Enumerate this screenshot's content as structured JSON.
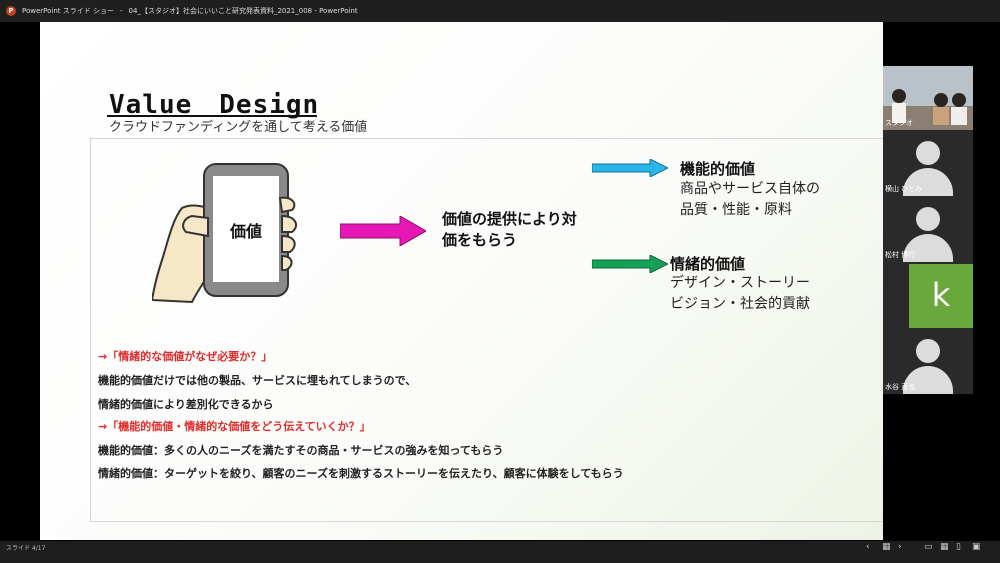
{
  "window": {
    "app_name": "PowerPoint スライド ショー",
    "doc_title": "04_【スタジオ】社会にいいこと研究発表資料_2021_008 - PowerPoint"
  },
  "slide": {
    "title": "Value　Design",
    "subtitle": "クラウドファンディングを通して考える価値",
    "phone_label": "価値",
    "center_text": "価値の提供により対価をもらう",
    "functional": {
      "heading": "機能的価値",
      "line1": "商品やサービス自体の",
      "line2": "品質・性能・原料"
    },
    "emotional": {
      "heading": "情緒的価値",
      "line1": "デザイン・ストーリー",
      "line2": "ビジョン・社会的貢献"
    },
    "bullets": [
      "→「情緒的な価値がなぜ必要か？」",
      "機能的価値だけでは他の製品、サービスに埋もれてしまうので、",
      "情緒的価値により差別化できるから",
      "→「機能的価値・情緒的な価値をどう伝えていくか？」",
      "機能的価値：多くの人のニーズを満たすその商品・サービスの強みを知ってもらう",
      "情緒的価値：ターゲットを絞り、顧客のニーズを刺激するストーリーを伝えたり、顧客に体験をしてもらう"
    ]
  },
  "status": {
    "slide_number": "スライド 4/17"
  },
  "participants": [
    {
      "name": "スタジオ"
    },
    {
      "name": "横山 ひとみ"
    },
    {
      "name": "松村 博行"
    },
    {
      "name": "k"
    },
    {
      "name": "水谷 直也"
    }
  ],
  "colors": {
    "center_arrow": "#e617b5",
    "functional_arrow": "#29b6e8",
    "emotional_arrow": "#16a05a",
    "highlight_red": "#e32b2b"
  }
}
